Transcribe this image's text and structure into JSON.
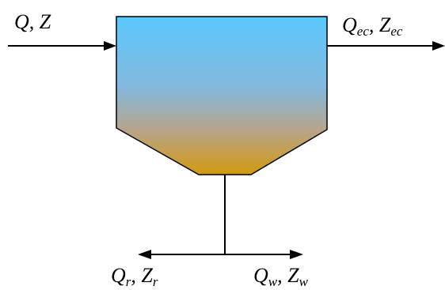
{
  "diagram": {
    "fill_top_color": "#5bc8ff",
    "fill_bottom_color": "#d29a0f",
    "stroke_color": "#000000",
    "labels": {
      "inlet": {
        "symbol_q": "Q",
        "sep": ", ",
        "symbol_z": "Z",
        "sub": ""
      },
      "effluent": {
        "symbol_q": "Q",
        "sub_q": "ec",
        "sep": ", ",
        "symbol_z": "Z",
        "sub_z": "ec"
      },
      "recycle": {
        "symbol_q": "Q",
        "sub_q": "r",
        "sep": ", ",
        "symbol_z": "Z",
        "sub_z": "r"
      },
      "waste": {
        "symbol_q": "Q",
        "sub_q": "w",
        "sep": ", ",
        "symbol_z": "Z",
        "sub_z": "w"
      }
    }
  }
}
